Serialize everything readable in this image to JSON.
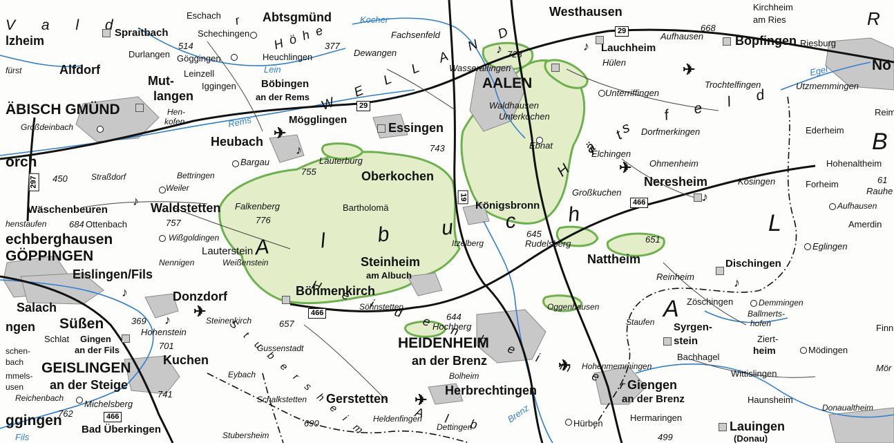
{
  "map_colors": {
    "forest": "#e3eec9",
    "forest_edge": "#6cb14c",
    "town": "#c8c8c8",
    "water": "#2f7fd2",
    "road": "#111111"
  },
  "cities": {
    "aalen": "AALEN",
    "heidenheim": "HEIDENHEIM",
    "heidenheim_sub": "an der Brenz",
    "geislingen": "GEISLINGEN",
    "geislingen_sub": "an der Steige",
    "goeppingen": "GÖPPINGEN",
    "gmuend": "ÄBISCH GMÜND"
  },
  "towns": {
    "westhausen": "Westhausen",
    "abtsgmuend": "Abtsgmünd",
    "bopfingen": "Bopfingen",
    "lauchheim": "Lauchheim",
    "spraitbach": "Spraitbach",
    "alfdorf": "Alfdorf",
    "mutlangen": "Mut-",
    "mutlangen2": "langen",
    "boebingen": "Böbingen",
    "boebingen_sub": "an der Rems",
    "moegglingen": "Mögglingen",
    "essingen": "Essingen",
    "heubach": "Heubach",
    "oberkochen": "Oberkochen",
    "koenigsbronn": "Königsbronn",
    "neresheim": "Neresheim",
    "waldstetten": "Waldstetten",
    "waeschenbeuren": "Wäschenbeuren",
    "rechberghausen": "echberghausen",
    "eislingen": "Eislingen/Fils",
    "donzdorf": "Donzdorf",
    "boehmenkirch": "Böhmenkirch",
    "steinheim": "Steinheim",
    "steinheim_sub": "am Albuch",
    "nattheim": "Nattheim",
    "dischingen": "Dischingen",
    "suessen": "Süßen",
    "salach": "Salach",
    "gingen": "Gingen",
    "gingen_sub": "an der Fils",
    "kuchen": "Kuchen",
    "gerstetten": "Gerstetten",
    "herbrechtingen": "Herbrechtingen",
    "giengen": "Giengen",
    "giengen_sub": "an der Brenz",
    "syrgenstein": "Syrgen-",
    "syrgenstein2": "stein",
    "lauingen": "Lauingen",
    "lauingen_sub": "(Donau)",
    "bad_ueberkingen": "Bad Überkingen",
    "uggingen": "ggingen",
    "lzheim": "lzheim",
    "orch": "orch",
    "ngen": "ngen",
    "no": "Nö",
    "lauterstein": "Lauterstein",
    "bartholomae": "Bartholomä",
    "ottenbach": "Ottenbach",
    "schlat": "Schlat",
    "durlangen": "Durlangen",
    "goeggingen": "Göggingen",
    "heuchlingen": "Heuchlingen",
    "leinzell": "Leinzell",
    "iggingen": "Iggingen",
    "schechingen": "Schechingen",
    "eschach": "Eschach"
  },
  "villages": {
    "fachsenfeld": "Fachsenfeld",
    "dewangen": "Dewangen",
    "wasseralfingen": "Wasseralfingen",
    "huelen": "Hülen",
    "aufhausen": "Aufhausen",
    "riesburg": "Riesburg",
    "kirchheim": "Kirchheim",
    "kirchheim_sub": "am Ries",
    "trochtelfingen": "Trochtelfingen",
    "utzmemmingen": "Utzmemmingen",
    "unterriffingen": "Unterriffingen",
    "waldhausen": "Waldhausen",
    "unterkochen": "Unterkochen",
    "dorfmerkingen": "Dorfmerkingen",
    "ebnat": "Ebnat",
    "elchingen": "Elchingen",
    "ohmenheim": "Ohmenheim",
    "ederheim": "Ederheim",
    "hohenaltheim": "Hohenaltheim",
    "forheim": "Forheim",
    "koesingen": "Kösingen",
    "aufhausen2": "Aufhausen",
    "amerdingen": "Amerdin",
    "eglingen": "Eglingen",
    "grosskuchen": "Großkuchen",
    "reim": "Reim",
    "grossdeinbach": "Großdeinbach",
    "hennkofen": "Hen-",
    "hennkofen2": "kofen",
    "bargau": "Bargau",
    "lauterburg": "Lauterburg",
    "bettringen": "Bettringen",
    "strassdorf": "Straßdorf",
    "weiler": "Weiler",
    "falkenberg": "Falkenberg",
    "hohenstaufen": "henstaufen",
    "wissgoldingen": "Wißgoldingen",
    "nennigen": "Nennigen",
    "weissenstein": "Weißenstein",
    "itzelberg": "Itzelberg",
    "rudelsberg": "Rudelsberg",
    "reinheim": "Reinheim",
    "zoeschingen": "Zöschingen",
    "demmingen": "Demmingen",
    "ballmertshofen": "Ballmerts-",
    "ballmertshofen2": "hofen",
    "ziertheim": "Ziert-",
    "ziertheim2": "heim",
    "finningen": "Finni",
    "moedingen": "Mödingen",
    "moer": "Mör",
    "staufen": "Staufen",
    "oggenhausen": "Oggenhausen",
    "soehnstetten": "Söhnstetten",
    "hochberg": "Hochberg",
    "steinenkirch": "Steinenkirch",
    "hohenstein": "Hohenstein",
    "gussenstadt": "Gussenstadt",
    "eybach": "Eybach",
    "schalkstetten": "Schalkstetten",
    "bolheim": "Bolheim",
    "hohenmemmingen": "Hohenmemmingen",
    "bachhagel": "Bachhagel",
    "wittislingen": "Wittislingen",
    "haunsheim": "Haunsheim",
    "donaualtheim": "Donaualtheim",
    "hermaringen": "Hermaringen",
    "huerben": "Hürben",
    "dettingen": "Dettingen",
    "heldenfingen": "Heldenfingen",
    "stubersheim": "Stubersheim",
    "michelsberg": "Michelsberg",
    "reichenbach": "Reichenbach",
    "eschenbach": "schen-",
    "eschenbach2": "bach",
    "ummelsausen": "mmels-",
    "ummelsausen2": "usen",
    "fuerst": "fürst"
  },
  "regions": {
    "wald": "V a l d",
    "hoehe": "Höhe",
    "frickenhofer": "r",
    "welland": "W E L L A N D",
    "haertsfeld_1": "f e l d",
    "haertsfeld_2": "s",
    "haertsfeld_3": "r t",
    "haertsfeld_4": "H ä",
    "albuch": "A l b u c h",
    "heidenheimer": "H e i d e n h e i m e r",
    "alb": "A l b",
    "stubersheimer": "S t u b e r s h e i m",
    "ries_r": "R",
    "ries_b": "B",
    "ries_l": "L",
    "ries_a": "A"
  },
  "water": {
    "kocher": "Kocher",
    "lein": "Lein",
    "rems": "Rems",
    "egel": "Egel",
    "brenz": "Brenz",
    "fils": "Fils"
  },
  "elevations": {
    "e514": "514",
    "e377": "377",
    "e723": "723",
    "e668": "668",
    "e743": "743",
    "e755": "755",
    "e450": "450",
    "e684": "684",
    "e757": "757",
    "e776": "776",
    "e645": "645",
    "e651": "651",
    "e644": "644",
    "e657": "657",
    "e369": "369",
    "e701": "701",
    "e741": "741",
    "e762": "762",
    "e690": "690",
    "e499": "499",
    "e61": "61",
    "rauhe": "Rauhe"
  },
  "roads": {
    "b29a": "29",
    "b29b": "29",
    "b19": "19",
    "b466a": "466",
    "b466b": "466",
    "b466c": "466",
    "b297": "297"
  }
}
